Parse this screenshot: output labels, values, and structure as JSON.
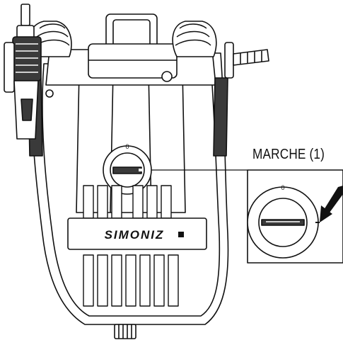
{
  "callout": {
    "label": "MARCHE (1)"
  },
  "machine": {
    "brand": "SIMONIZ",
    "switch_mark_off": "0"
  },
  "colors": {
    "line": "#111111",
    "fill": "#ffffff",
    "shade": "#3a3a3a"
  }
}
